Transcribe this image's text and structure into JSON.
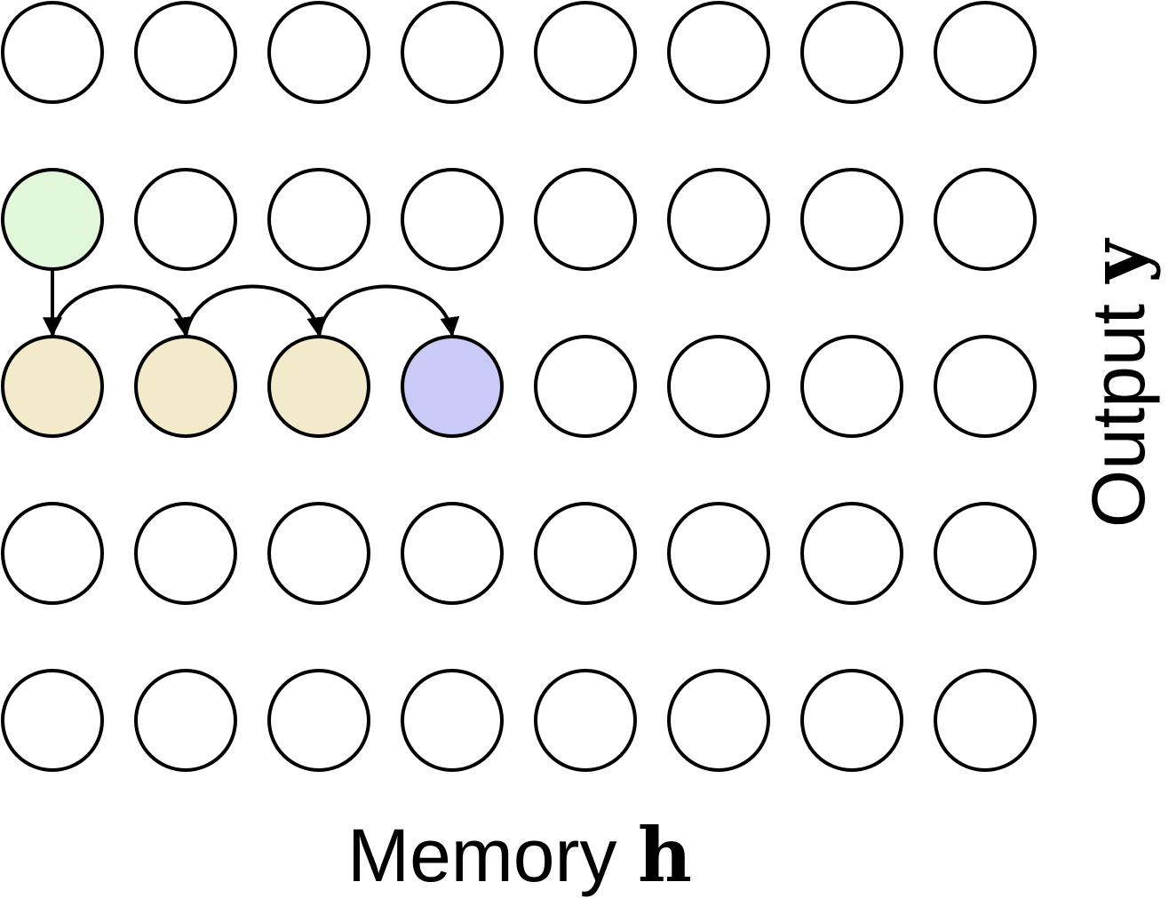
{
  "grid": {
    "rows": 5,
    "cols": 8,
    "default_fill": "#ffffff",
    "highlights": [
      {
        "row": 1,
        "col": 0,
        "fill": "#e0f7d9"
      },
      {
        "row": 2,
        "col": 0,
        "fill": "#f2eacb"
      },
      {
        "row": 2,
        "col": 1,
        "fill": "#f2eacb"
      },
      {
        "row": 2,
        "col": 2,
        "fill": "#f2eacb"
      },
      {
        "row": 2,
        "col": 3,
        "fill": "#c9cbf6"
      }
    ]
  },
  "arrows": [
    {
      "from": [
        1,
        0
      ],
      "to": [
        2,
        0
      ],
      "kind": "straight"
    },
    {
      "from": [
        2,
        0
      ],
      "to": [
        2,
        1
      ],
      "kind": "arc"
    },
    {
      "from": [
        2,
        1
      ],
      "to": [
        2,
        2
      ],
      "kind": "arc"
    },
    {
      "from": [
        2,
        2
      ],
      "to": [
        2,
        3
      ],
      "kind": "arc"
    }
  ],
  "labels": {
    "x_label_text": "Memory ",
    "x_label_symbol": "h",
    "y_label_text": "Output ",
    "y_label_symbol": "y"
  }
}
